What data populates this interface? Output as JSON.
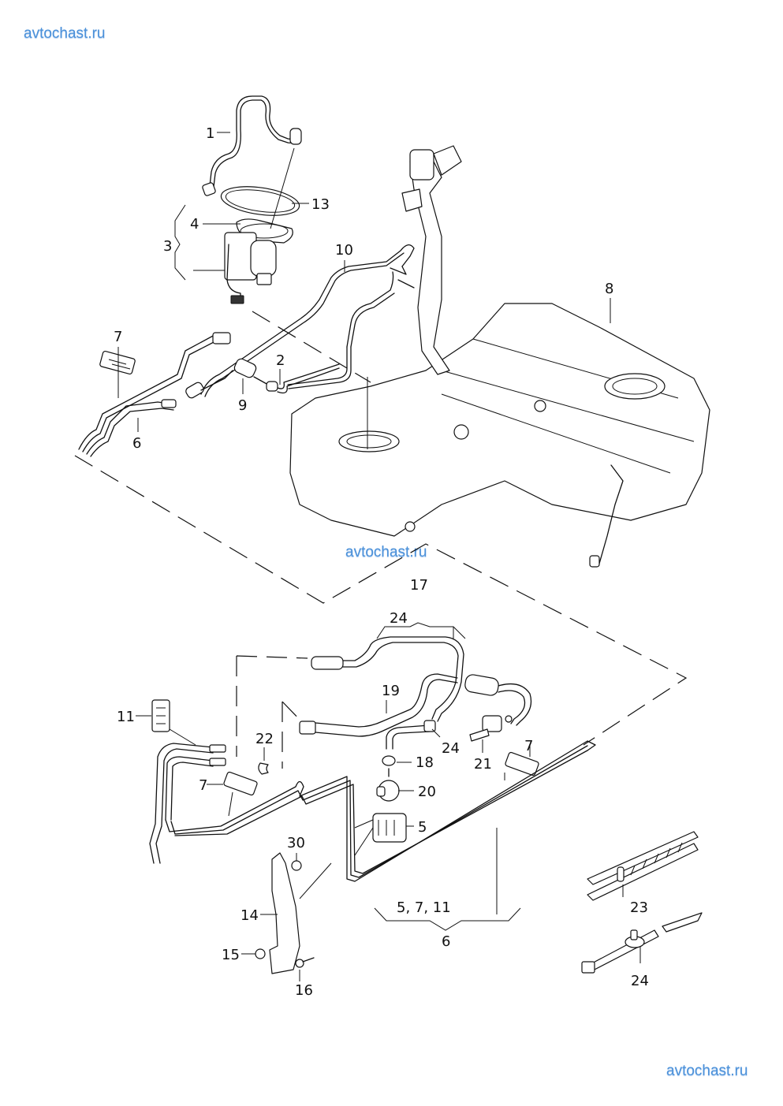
{
  "watermarks": {
    "top": "avtochast.ru",
    "middle": "avtochast.ru",
    "bottom": "avtochast.ru"
  },
  "callouts": [
    {
      "id": "c1",
      "text": "1"
    },
    {
      "id": "c13",
      "text": "13"
    },
    {
      "id": "c4",
      "text": "4"
    },
    {
      "id": "c3",
      "text": "3"
    },
    {
      "id": "c10",
      "text": "10"
    },
    {
      "id": "c8",
      "text": "8"
    },
    {
      "id": "c7a",
      "text": "7"
    },
    {
      "id": "c2",
      "text": "2"
    },
    {
      "id": "c9",
      "text": "9"
    },
    {
      "id": "c6a",
      "text": "6"
    },
    {
      "id": "c17",
      "text": "17"
    },
    {
      "id": "c24a",
      "text": "24"
    },
    {
      "id": "c19",
      "text": "19"
    },
    {
      "id": "c11",
      "text": "11"
    },
    {
      "id": "c22",
      "text": "22"
    },
    {
      "id": "c24b",
      "text": "24"
    },
    {
      "id": "c18",
      "text": "18"
    },
    {
      "id": "c21",
      "text": "21"
    },
    {
      "id": "c7b",
      "text": "7"
    },
    {
      "id": "c7c",
      "text": "7"
    },
    {
      "id": "c20",
      "text": "20"
    },
    {
      "id": "c5",
      "text": "5"
    },
    {
      "id": "c30",
      "text": "30"
    },
    {
      "id": "c14",
      "text": "14"
    },
    {
      "id": "c15",
      "text": "15"
    },
    {
      "id": "c16",
      "text": "16"
    },
    {
      "id": "c5711",
      "text": "5, 7, 11"
    },
    {
      "id": "c6b",
      "text": "6"
    },
    {
      "id": "c23",
      "text": "23"
    },
    {
      "id": "c24c",
      "text": "24"
    }
  ]
}
